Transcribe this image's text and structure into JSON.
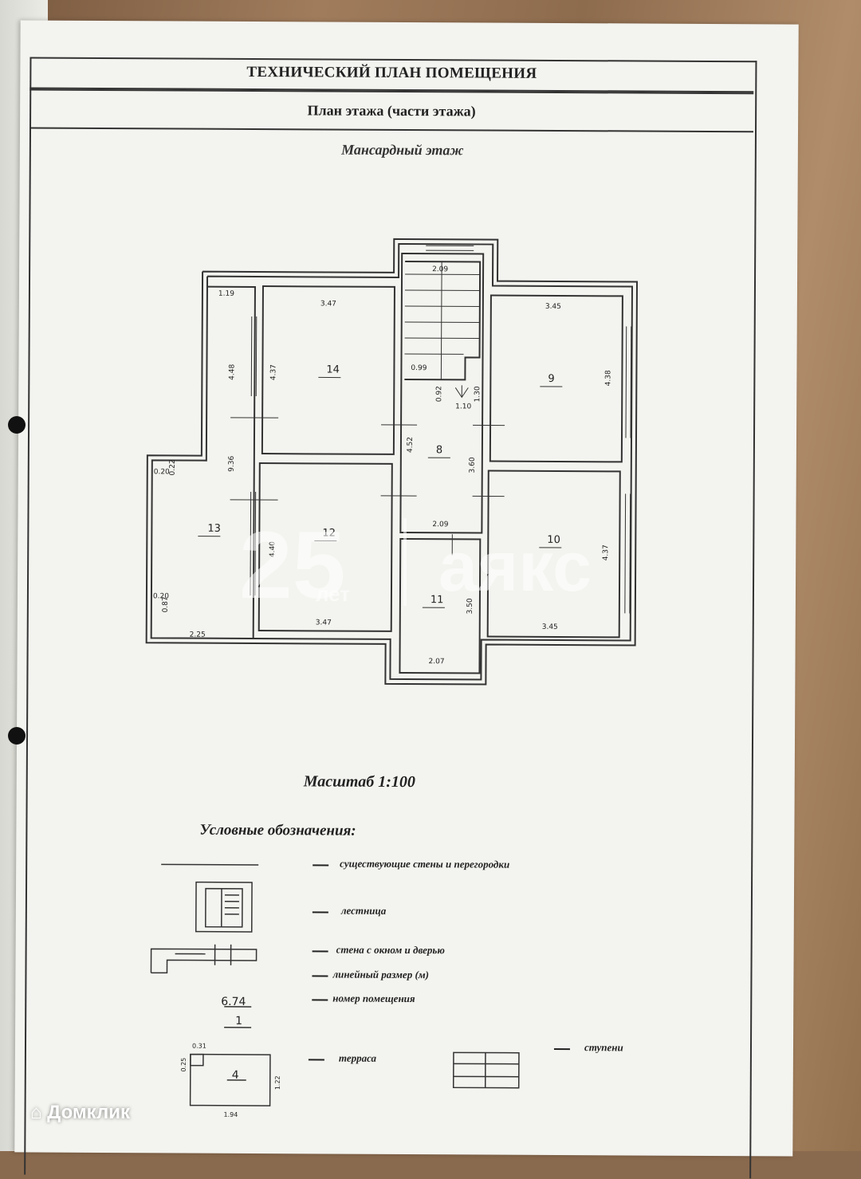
{
  "document": {
    "title": "ТЕХНИЧЕСКИЙ ПЛАН ПОМЕЩЕНИЯ",
    "subtitle": "План этажа (части этажа)",
    "floor_name": "Мансардный этаж",
    "scale": "Масштаб 1:100"
  },
  "plan": {
    "rooms": [
      {
        "id": "14",
        "width": "3.47",
        "height": "4.37"
      },
      {
        "id": "12",
        "width": "3.47",
        "height": "4.40"
      },
      {
        "id": "13",
        "width": "2.25",
        "height": "9.36"
      },
      {
        "id": "9",
        "width": "3.45",
        "height": "4.38"
      },
      {
        "id": "10",
        "width": "3.45",
        "height": "4.37"
      },
      {
        "id": "8",
        "width": "2.09",
        "height": "3.60"
      },
      {
        "id": "11",
        "width": "2.07",
        "height": "3.50"
      }
    ],
    "dims": {
      "d119": "1.19",
      "d448": "4.48",
      "d020a": "0.20",
      "d022": "0.22",
      "d020b": "0.20",
      "d087": "0.87",
      "d209top": "2.09",
      "d099": "0.99",
      "d092": "0.92",
      "d110": "1.10",
      "d130": "1.30",
      "d452": "4.52",
      "d209mid": "2.09"
    }
  },
  "legend": {
    "title": "Условные обозначения:",
    "items": [
      "существующие стены и перегородки",
      "лестница",
      "стена с окном и дверью",
      "линейный размер (м)",
      "номер помещения",
      "терраса",
      "ступени"
    ],
    "sample_dimension": "6.74",
    "sample_room": "1",
    "terrace": {
      "w_top": "0.31",
      "h_left": "0.25",
      "h_right": "1.22",
      "w_bottom": "1.94",
      "number": "4"
    }
  },
  "watermark": {
    "number": "25",
    "sub": "лет",
    "brand": "аякс"
  },
  "footer_brand": "Домклик"
}
